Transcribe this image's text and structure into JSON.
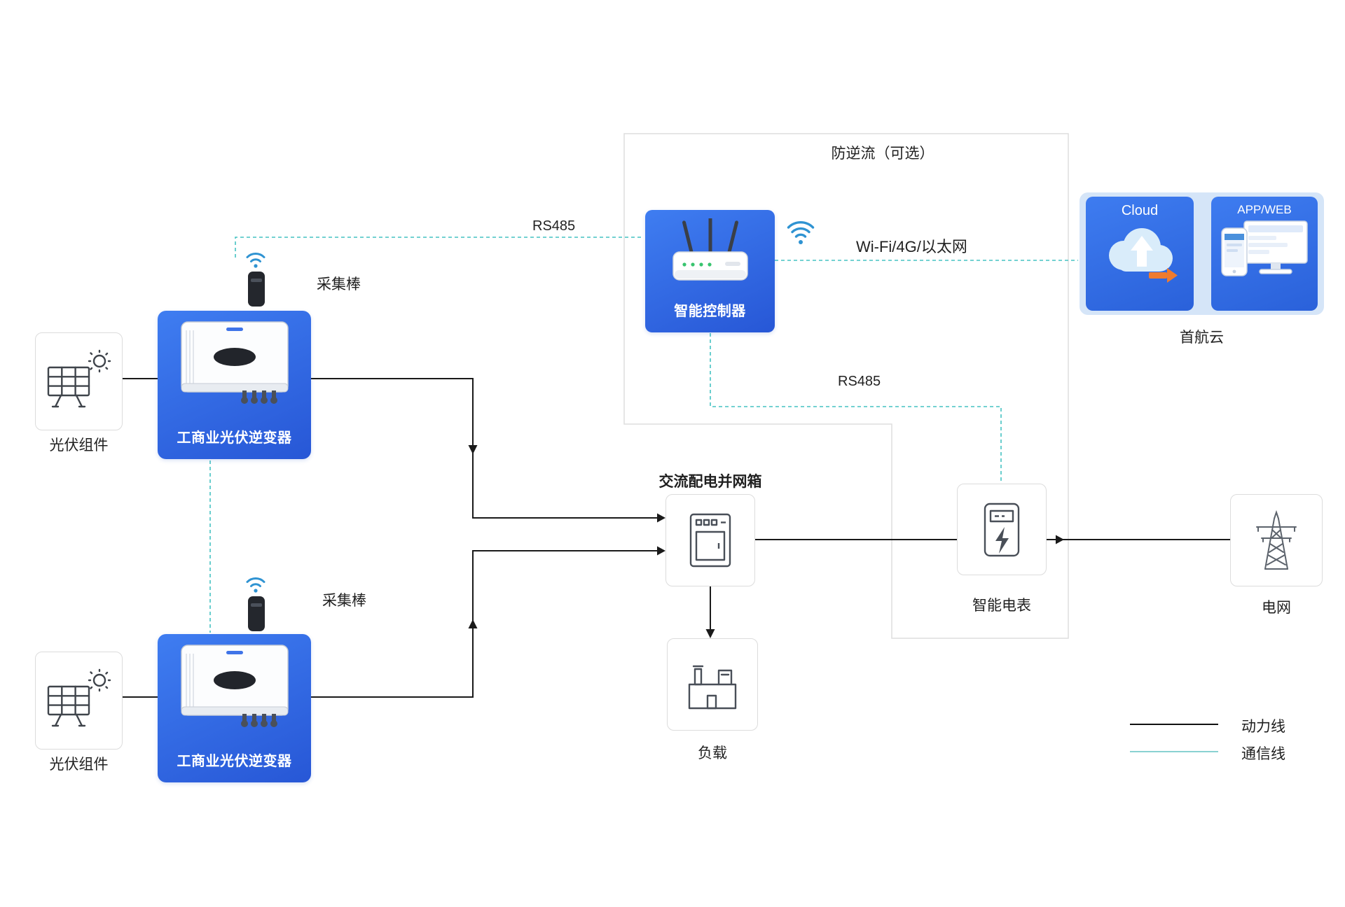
{
  "colors": {
    "accent_blue": "#2f6ce4",
    "light_blue_panel": "#d5e5f8",
    "comm_teal": "#45c2c2",
    "power_line_black": "#1a1a1a",
    "box_border_gray": "#dcdcdc",
    "wifi_blue": "#2f93d2",
    "orange_arrow": "#ef7b2f"
  },
  "icons": {
    "pv": "solar-panel-icon",
    "inverter": "inverter-device-image",
    "collector": "collector-stick-icon",
    "wifi": "wifi-signal-icon",
    "router": "router-device-image",
    "cloud": "cloud-upload-icon",
    "app_web": "phone-and-monitor-icon",
    "ac_box": "distribution-cabinet-icon",
    "meter": "smart-meter-icon",
    "grid": "transmission-tower-icon",
    "load": "factory-building-icon"
  },
  "nodes": {
    "pv_top": {
      "label": "光伏组件"
    },
    "pv_bottom": {
      "label": "光伏组件"
    },
    "inverter_top": {
      "label": "工商业光伏逆变器"
    },
    "inverter_bottom": {
      "label": "工商业光伏逆变器"
    },
    "stick_top": {
      "label": "采集棒"
    },
    "stick_bottom": {
      "label": "采集棒"
    },
    "controller": {
      "label": "智能控制器"
    },
    "anti_backflow_zone": {
      "label": "防逆流（可选）"
    },
    "cloud_platform": {
      "label": "首航云",
      "cloud_box": "Cloud",
      "app_web_box": "APP/WEB"
    },
    "ac_combiner": {
      "label": "交流配电并网箱"
    },
    "smart_meter": {
      "label": "智能电表"
    },
    "grid": {
      "label": "电网"
    },
    "load": {
      "label": "负载"
    }
  },
  "links": {
    "rs485_top": {
      "label": "RS485"
    },
    "rs485_meter": {
      "label": "RS485"
    },
    "wan": {
      "label": "Wi-Fi/4G/以太网"
    }
  },
  "legend": {
    "power": {
      "label": "动力线"
    },
    "comm": {
      "label": "通信线"
    }
  }
}
